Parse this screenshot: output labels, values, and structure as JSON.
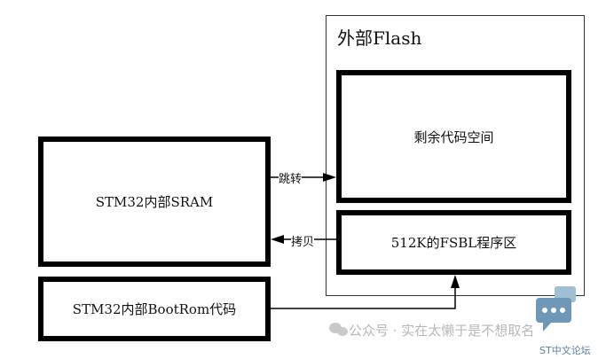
{
  "diagram": {
    "flash_title": "外部Flash",
    "remaining_code_space": "剩余代码空间",
    "fsbl_area": "512K的FSBL程序区",
    "sram": "STM32内部SRAM",
    "bootrom": "STM32内部BootRom代码",
    "jump_label": "跳转",
    "copy_label": "拷贝"
  },
  "watermark": {
    "text": "公众号 · 实在太懒于是不想取名",
    "brand": "ST中文论坛"
  }
}
